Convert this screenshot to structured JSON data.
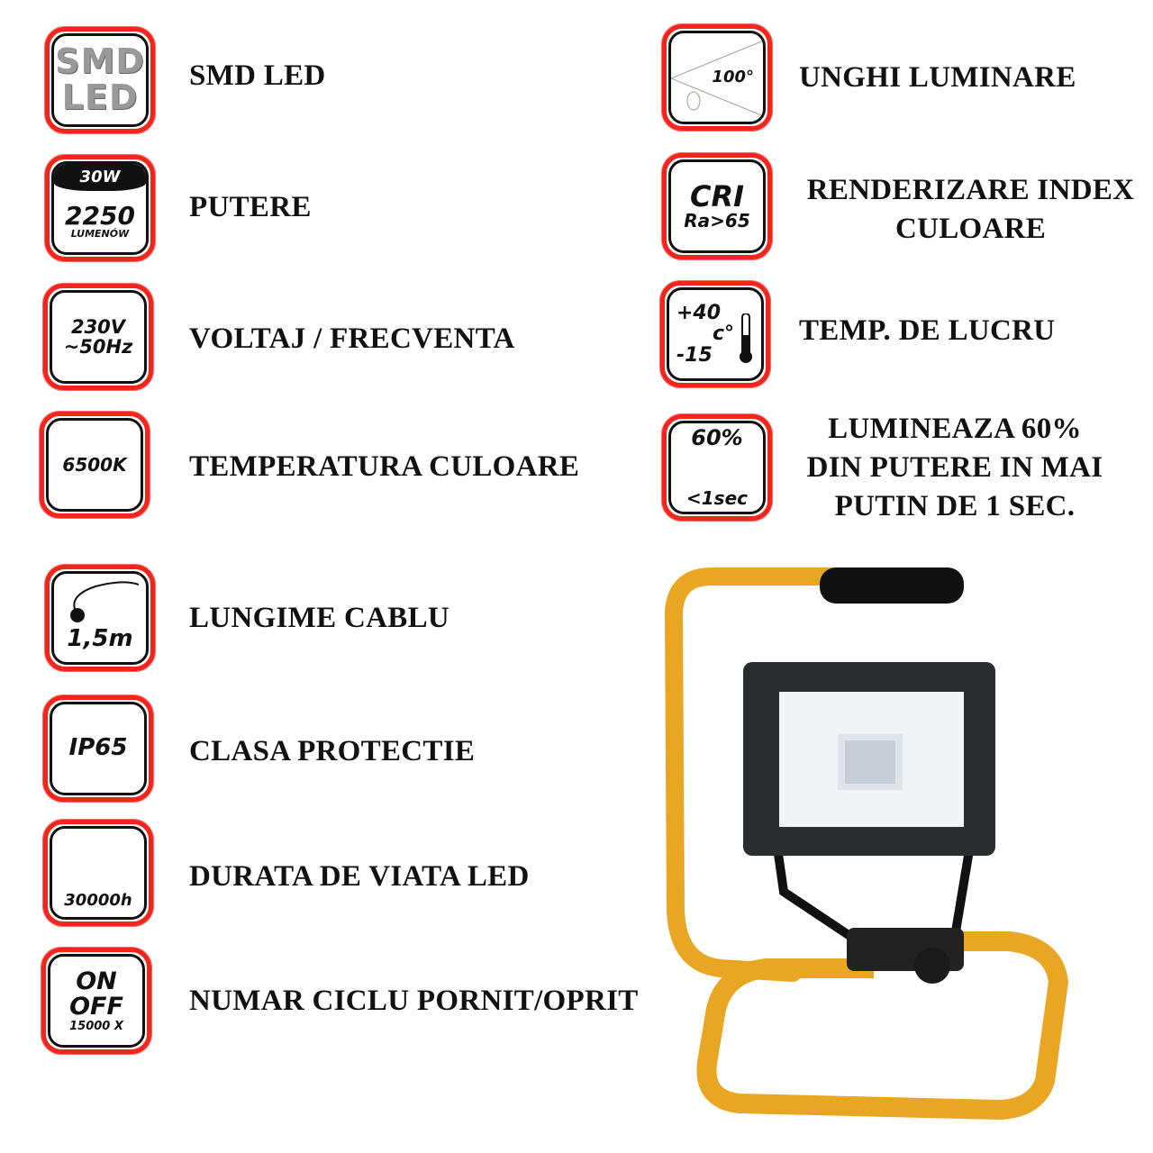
{
  "left": [
    {
      "icon": [
        "SMD",
        "LED"
      ],
      "label": "SMD LED"
    },
    {
      "icon": [
        "30W",
        "2250",
        "LUMENÓW"
      ],
      "label": "PUTERE"
    },
    {
      "icon": [
        "230V",
        "~50Hz"
      ],
      "label": "VOLTAJ / FRECVENTA"
    },
    {
      "icon": [
        "6500K"
      ],
      "label": "TEMPERATURA CULOARE"
    },
    {
      "icon": [
        "1,5m"
      ],
      "label": "LUNGIME CABLU"
    },
    {
      "icon": [
        "IP65"
      ],
      "label": "CLASA PROTECTIE"
    },
    {
      "icon": [
        "30000h"
      ],
      "label": "DURATA DE VIATA LED"
    },
    {
      "icon": [
        "ON",
        "OFF",
        "15000 X"
      ],
      "label": "NUMAR CICLU PORNIT/OPRIT"
    }
  ],
  "right": [
    {
      "icon": [
        "100°"
      ],
      "label": [
        "UNGHI LUMINARE"
      ]
    },
    {
      "icon": [
        "CRI",
        "Ra>65"
      ],
      "label": [
        "RENDERIZARE INDEX",
        "CULOARE"
      ]
    },
    {
      "icon": [
        "+40",
        "c°",
        "-15"
      ],
      "label": [
        "TEMP. DE LUCRU"
      ]
    },
    {
      "icon": [
        "60%",
        "<1sec"
      ],
      "label": [
        "LUMINEAZA 60%",
        "DIN PUTERE IN MAI",
        "PUTIN DE 1 SEC."
      ]
    }
  ],
  "colors": {
    "icon_border": "#f0261c",
    "frame": "#e9a623"
  }
}
